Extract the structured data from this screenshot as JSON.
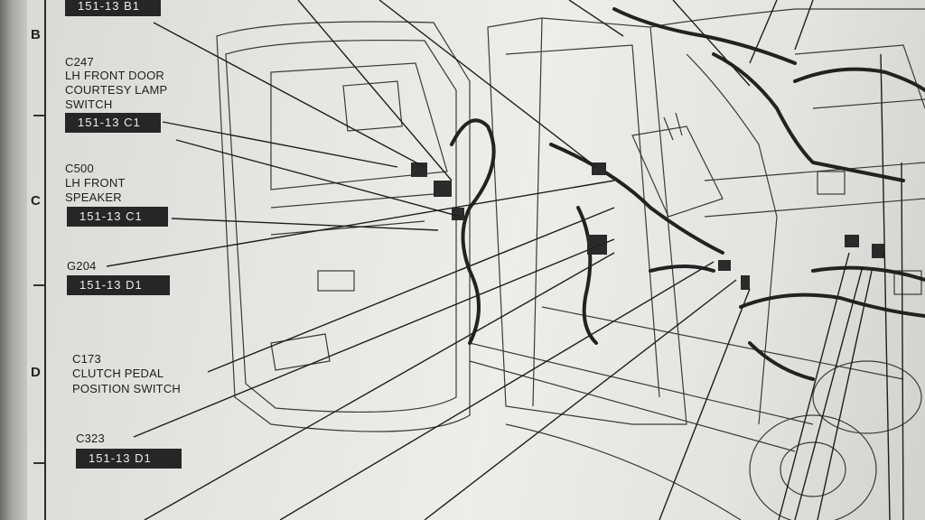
{
  "zones": {
    "b": "B",
    "c": "C",
    "d": "D"
  },
  "callouts": {
    "top_ref": "151-13 B1",
    "c247": {
      "id": "C247",
      "line1": "LH FRONT DOOR",
      "line2": "COURTESY LAMP",
      "line3": "SWITCH",
      "ref": "151-13 C1"
    },
    "c500": {
      "id": "C500",
      "line1": "LH FRONT",
      "line2": "SPEAKER",
      "ref": "151-13 C1"
    },
    "g204": {
      "id": "G204",
      "ref": "151-13 D1"
    },
    "c173": {
      "id": "C173",
      "line1": "CLUTCH PEDAL",
      "line2": "POSITION SWITCH"
    },
    "c323": {
      "id": "C323",
      "ref": "151-13 D1"
    }
  }
}
